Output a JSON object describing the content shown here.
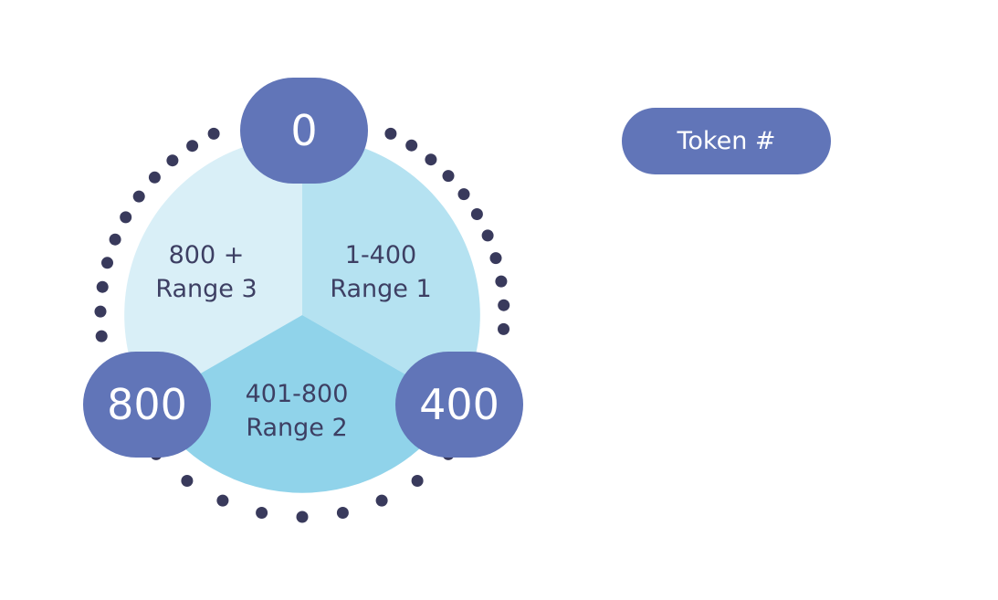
{
  "colors": {
    "node": "#6175b8",
    "segment_1": "#b5e2f1",
    "segment_2": "#90d3ea",
    "segment_3": "#d9eff7",
    "dots": "#393a5c",
    "label_text": "#3d3f63"
  },
  "nodes": [
    {
      "id": "0",
      "label": "0"
    },
    {
      "id": "400",
      "label": "400"
    },
    {
      "id": "800",
      "label": "800"
    }
  ],
  "segments": [
    {
      "id": "range-1",
      "range": "1-400",
      "name": "Range 1"
    },
    {
      "id": "range-2",
      "range": "401-800",
      "name": "Range 2"
    },
    {
      "id": "range-3",
      "range": "800 +",
      "name": "Range 3"
    }
  ],
  "token": {
    "label": "Token #"
  }
}
